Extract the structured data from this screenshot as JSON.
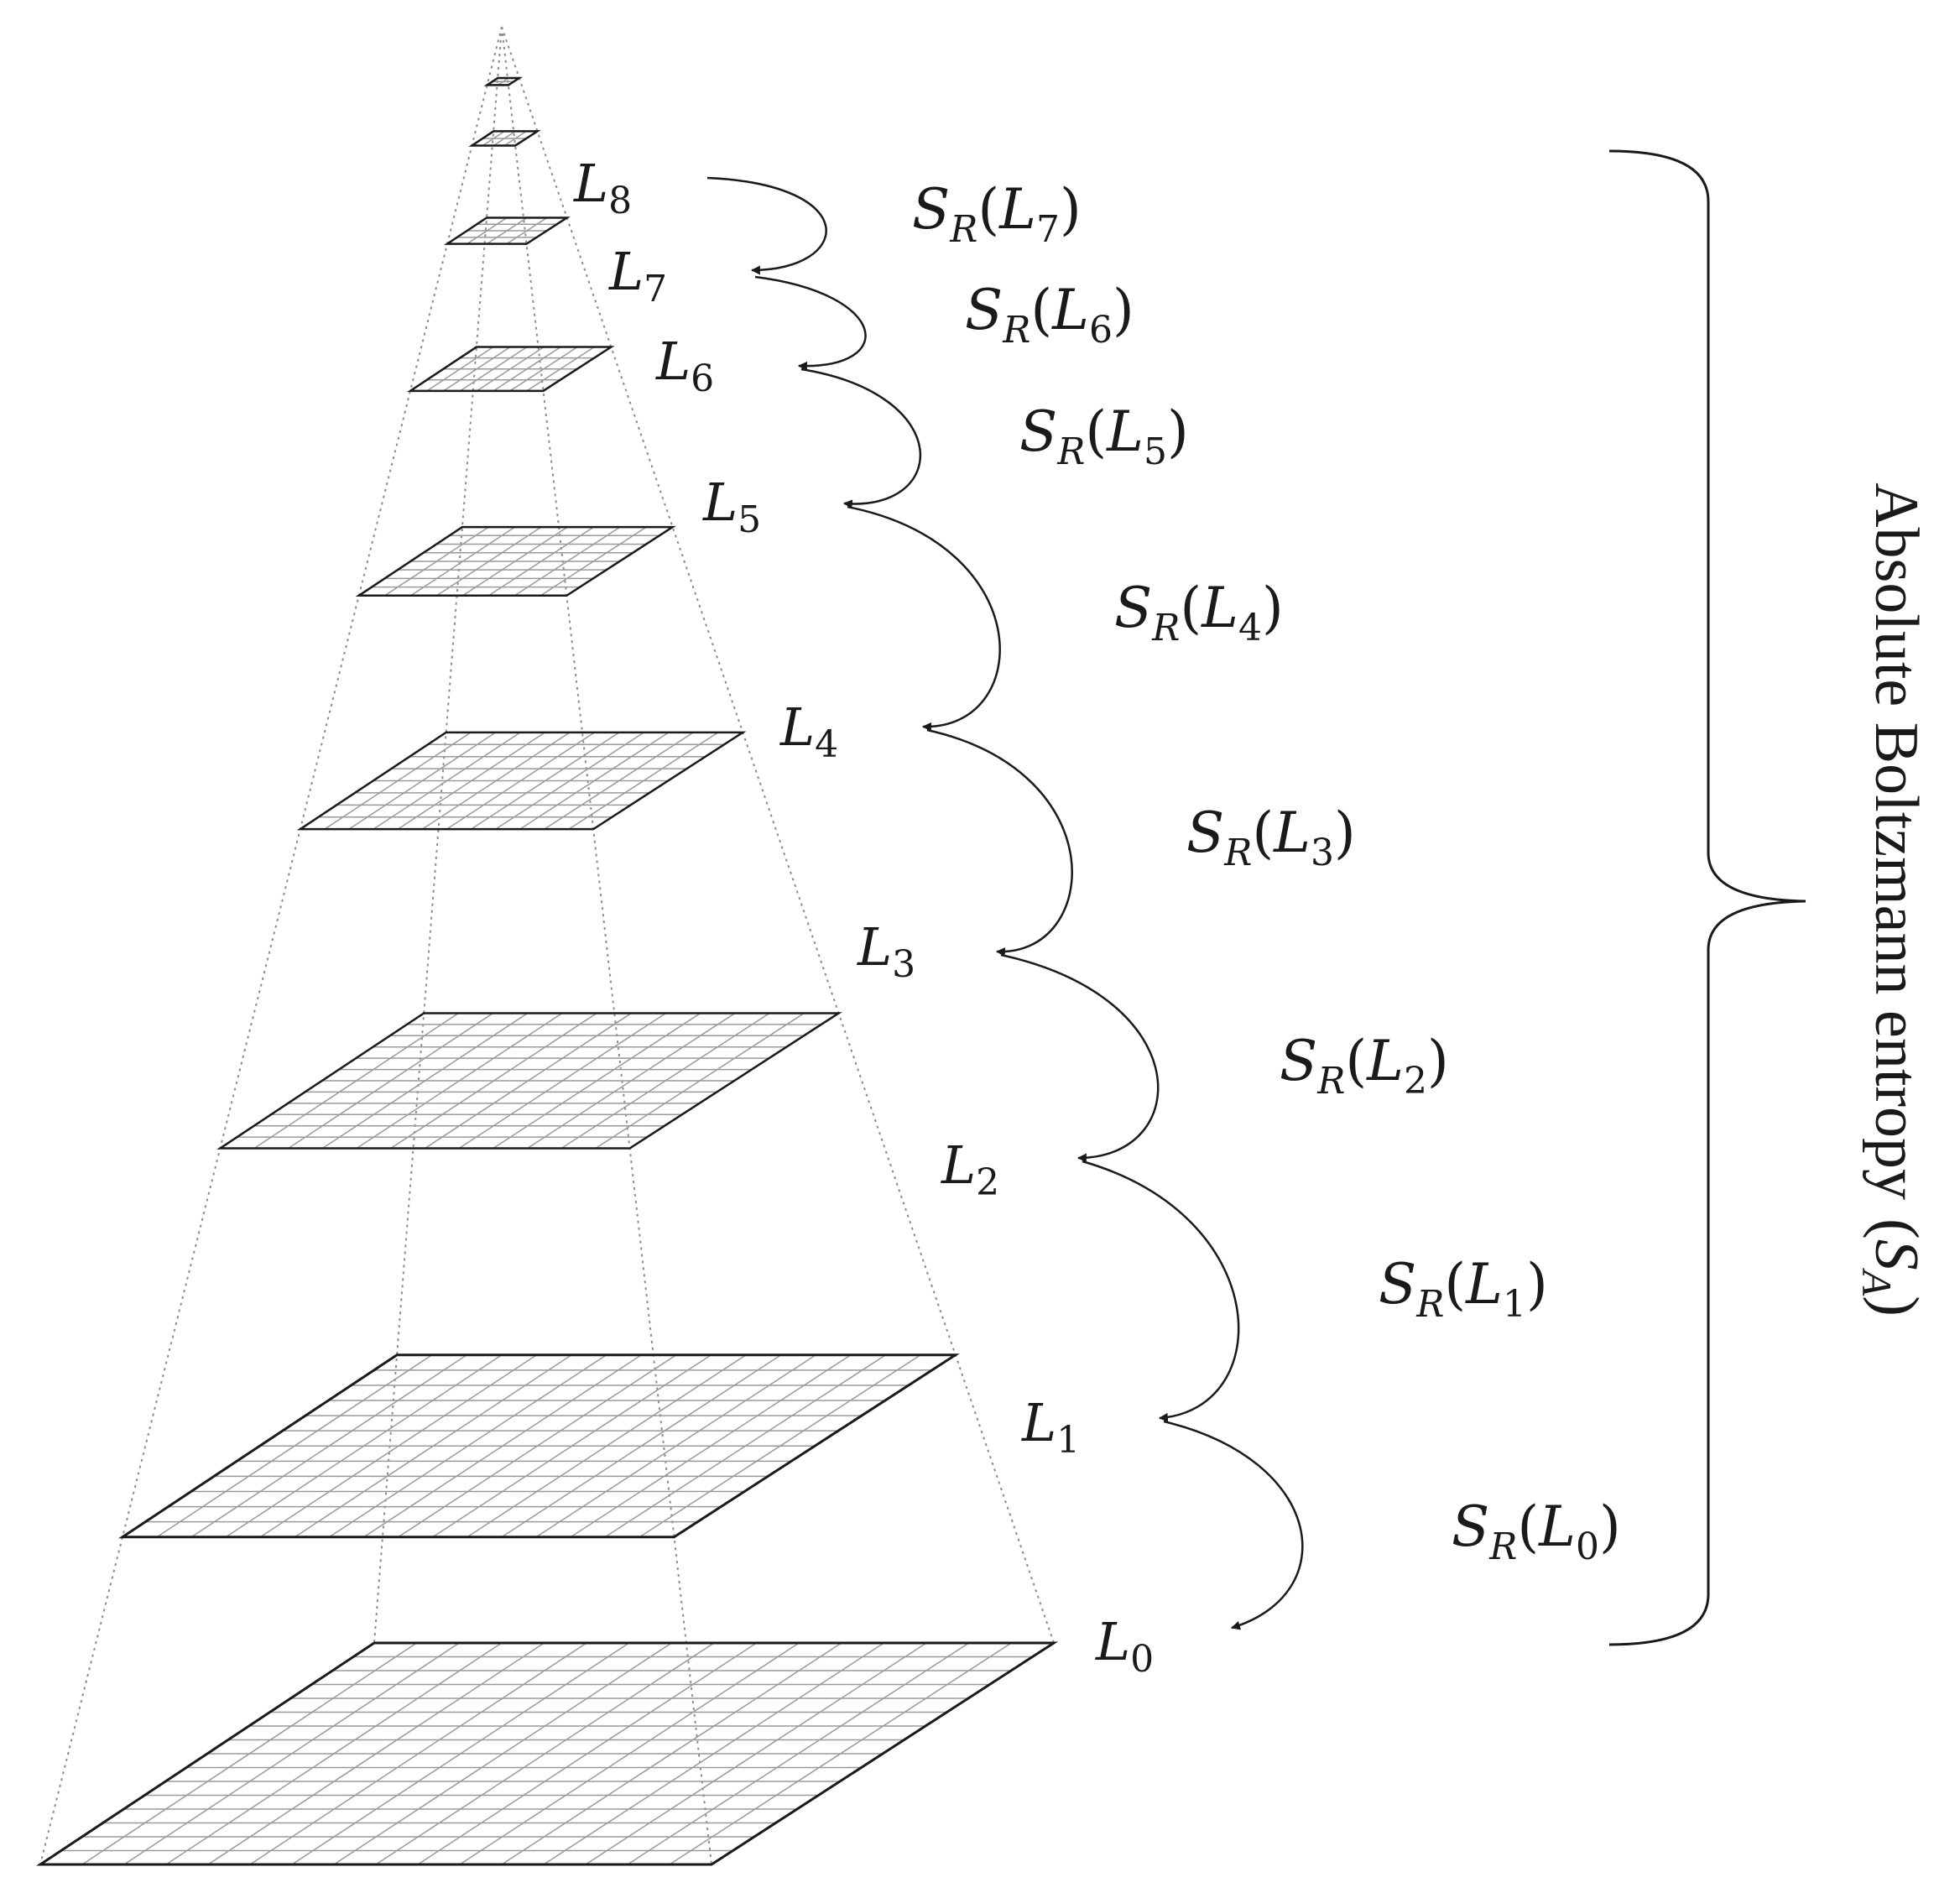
{
  "diagram": {
    "levels": [
      {
        "letter": "L",
        "sub": "0"
      },
      {
        "letter": "L",
        "sub": "1"
      },
      {
        "letter": "L",
        "sub": "2"
      },
      {
        "letter": "L",
        "sub": "3"
      },
      {
        "letter": "L",
        "sub": "4"
      },
      {
        "letter": "L",
        "sub": "5"
      },
      {
        "letter": "L",
        "sub": "6"
      },
      {
        "letter": "L",
        "sub": "7"
      },
      {
        "letter": "L",
        "sub": "8"
      }
    ],
    "relative_entropies": [
      {
        "symbol": "S",
        "symbol_sub": "R",
        "open": "(",
        "level": "L",
        "level_sub": "0",
        "close": ")"
      },
      {
        "symbol": "S",
        "symbol_sub": "R",
        "open": "(",
        "level": "L",
        "level_sub": "1",
        "close": ")"
      },
      {
        "symbol": "S",
        "symbol_sub": "R",
        "open": "(",
        "level": "L",
        "level_sub": "2",
        "close": ")"
      },
      {
        "symbol": "S",
        "symbol_sub": "R",
        "open": "(",
        "level": "L",
        "level_sub": "3",
        "close": ")"
      },
      {
        "symbol": "S",
        "symbol_sub": "R",
        "open": "(",
        "level": "L",
        "level_sub": "4",
        "close": ")"
      },
      {
        "symbol": "S",
        "symbol_sub": "R",
        "open": "(",
        "level": "L",
        "level_sub": "5",
        "close": ")"
      },
      {
        "symbol": "S",
        "symbol_sub": "R",
        "open": "(",
        "level": "L",
        "level_sub": "6",
        "close": ")"
      },
      {
        "symbol": "S",
        "symbol_sub": "R",
        "open": "(",
        "level": "L",
        "level_sub": "7",
        "close": ")"
      }
    ],
    "brace_label": {
      "text": "Absolute Boltzmann entropy",
      "open": "(",
      "symbol": "S",
      "symbol_sub": "A",
      "close": ")"
    },
    "colors": {
      "stroke": "#1a1a1a",
      "grid": "#9a9a9a",
      "guide": "#8c8c8c"
    }
  }
}
